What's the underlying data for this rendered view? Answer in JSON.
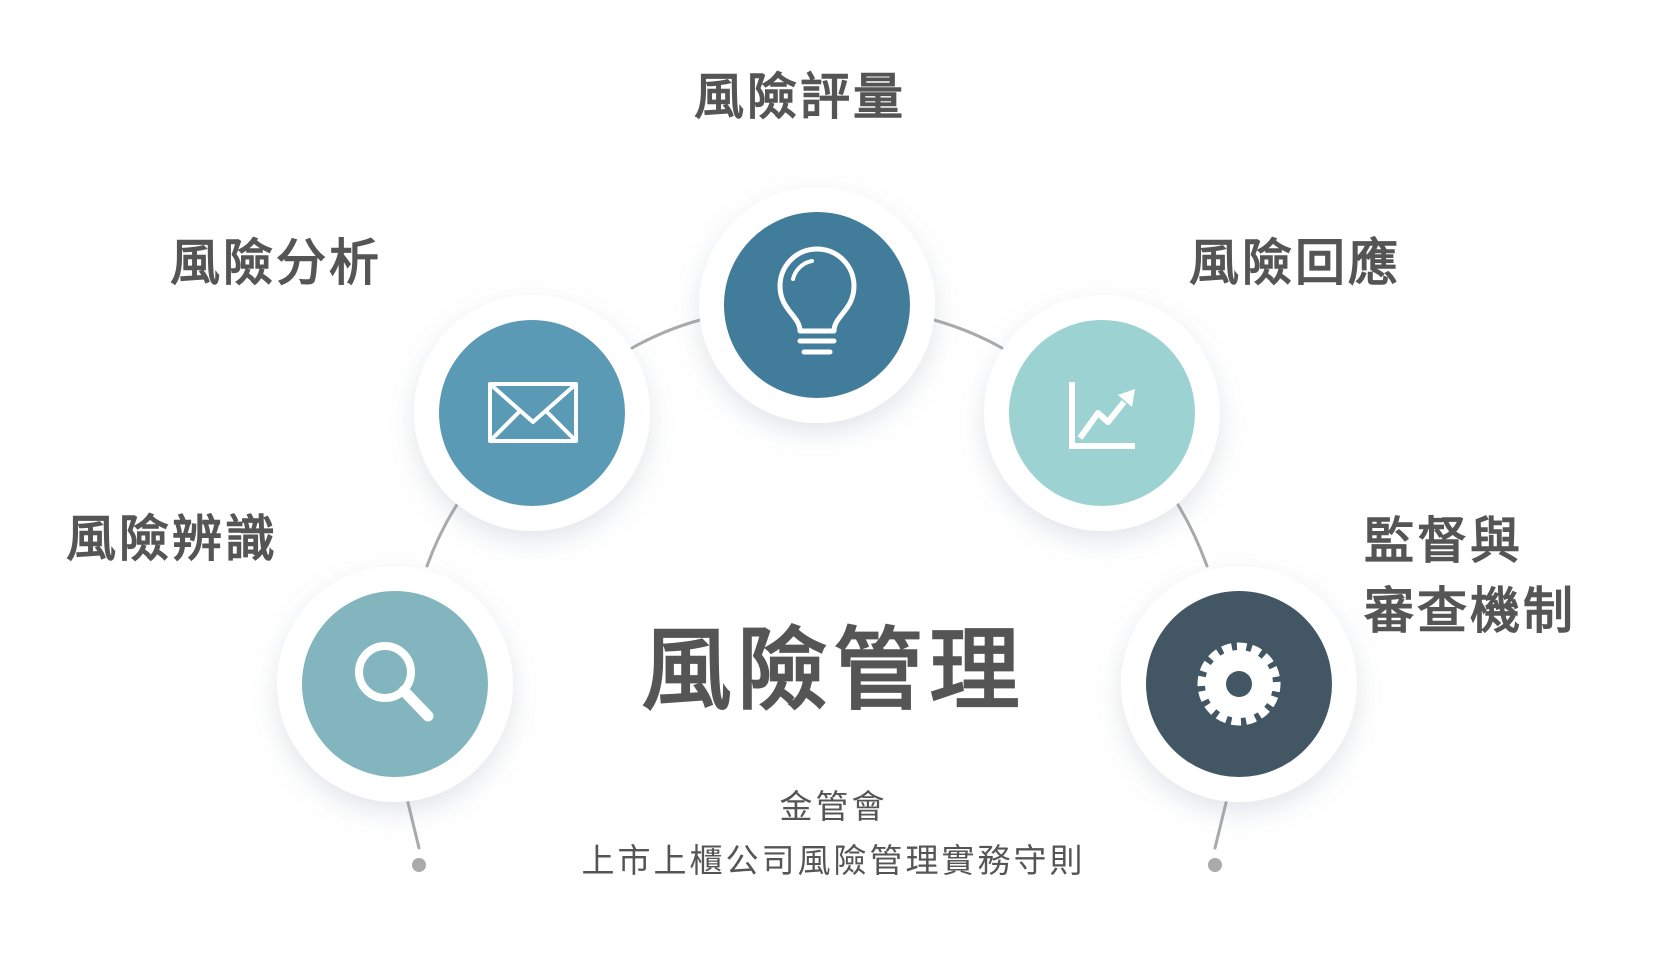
{
  "diagram": {
    "center_title": "風險管理",
    "source": {
      "org": "金管會",
      "document": "上市上櫃公司風險管理實務守則"
    },
    "stages": [
      {
        "id": "identify",
        "label": "風險辨識",
        "icon": "search-icon",
        "color": "#82B5BD"
      },
      {
        "id": "analyze",
        "label": "風險分析",
        "icon": "envelope-icon",
        "color": "#5B9AB5"
      },
      {
        "id": "evaluate",
        "label": "風險評量",
        "icon": "lightbulb-icon",
        "color": "#417C9A"
      },
      {
        "id": "respond",
        "label": "風險回應",
        "icon": "chart-trend-icon",
        "color": "#9DD2D2"
      },
      {
        "id": "monitor",
        "label_lines": [
          "監督與",
          "審查機制"
        ],
        "icon": "gear-icon",
        "color": "#425763"
      }
    ],
    "colors": {
      "text": "#555555",
      "connector": "#AAAAAA",
      "ring": "#FFFFFF"
    }
  }
}
